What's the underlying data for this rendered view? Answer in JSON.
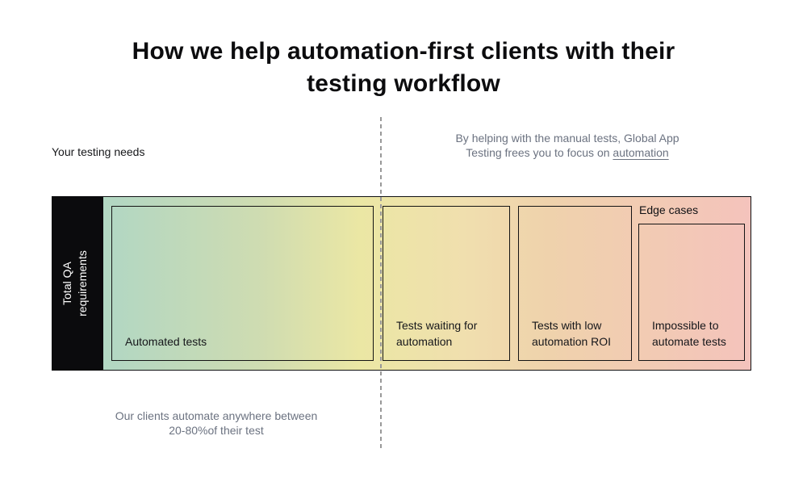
{
  "title": {
    "line1_prefix": "How we help ",
    "line1_bold": "automation-first",
    "line1_suffix": " clients with their",
    "line2": "testing workflow"
  },
  "annotations": {
    "left_label": "Your testing needs",
    "right_text": "By helping with the manual tests, Global App\nTesting frees you to focus on ",
    "right_link": "automation",
    "bottom_text": "Our clients automate anywhere between\n20-80%of their test"
  },
  "bar": {
    "axis_label": "Total QA\nrequirements",
    "gradient_stops": [
      "#b0dcc7 0%",
      "#b3d7c2 9%",
      "#cfdcb1 30%",
      "#ebe7a4 44%",
      "#f0dfae 59%",
      "#efd2ac 71%",
      "#f2cbb3 85%",
      "#f4c3bc 100%"
    ],
    "edge_cases_label": "Edge cases",
    "segments": [
      {
        "label": "Automated tests"
      },
      {
        "label": "Tests waiting for automation"
      },
      {
        "label": "Tests with low automation ROI"
      },
      {
        "label": "Impossible to automate tests"
      }
    ]
  },
  "colors": {
    "title_text": "#0c0c0e",
    "annotation_gray": "#6b7280",
    "axis_block_black": "#0b0b0d",
    "axis_text_white": "#ffffff",
    "box_border_black": "#141414",
    "dashed_line_gray": "#999999"
  }
}
